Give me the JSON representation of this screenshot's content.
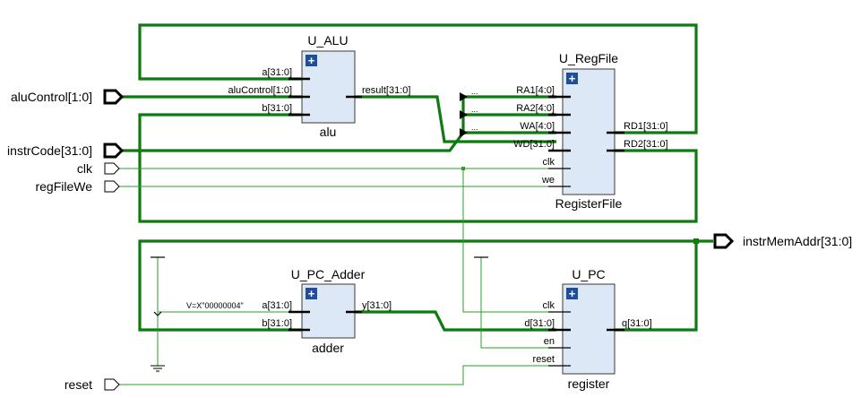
{
  "ports": {
    "aluControl": "aluControl[1:0]",
    "instrCode": "instrCode[31:0]",
    "clk": "clk",
    "regFileWe": "regFileWe",
    "reset": "reset",
    "instrMemAddr": "instrMemAddr[31:0]"
  },
  "alu": {
    "instance": "U_ALU",
    "module": "alu",
    "pins": {
      "a": "a[31:0]",
      "aluControl": "aluControl[1:0]",
      "b": "b[31:0]",
      "result": "result[31:0]"
    }
  },
  "regfile": {
    "instance": "U_RegFile",
    "module": "RegisterFile",
    "pins": {
      "ra1": "RA1[4:0]",
      "ra2": "RA2[4:0]",
      "wa": "WA[4:0]",
      "wd": "WD[31:0]",
      "clk": "clk",
      "we": "we",
      "rd1": "RD1[31:0]",
      "rd2": "RD2[31:0]"
    },
    "slice_marks": [
      "...",
      "...",
      "..."
    ]
  },
  "adder": {
    "instance": "U_PC_Adder",
    "module": "adder",
    "pins": {
      "a": "a[31:0]",
      "b": "b[31:0]",
      "y": "y[31:0]"
    },
    "constant": "V=X\"00000004\""
  },
  "pc": {
    "instance": "U_PC",
    "module": "register",
    "pins": {
      "clk": "clk",
      "d": "d[31:0]",
      "en": "en",
      "reset": "reset",
      "q": "q[31:0]"
    }
  },
  "block_icon": "+",
  "colors": {
    "bus": "#0f7a0f",
    "net": "#2aa02a",
    "block_fill": "#dde8f6",
    "icon": "#1f4f9a"
  }
}
